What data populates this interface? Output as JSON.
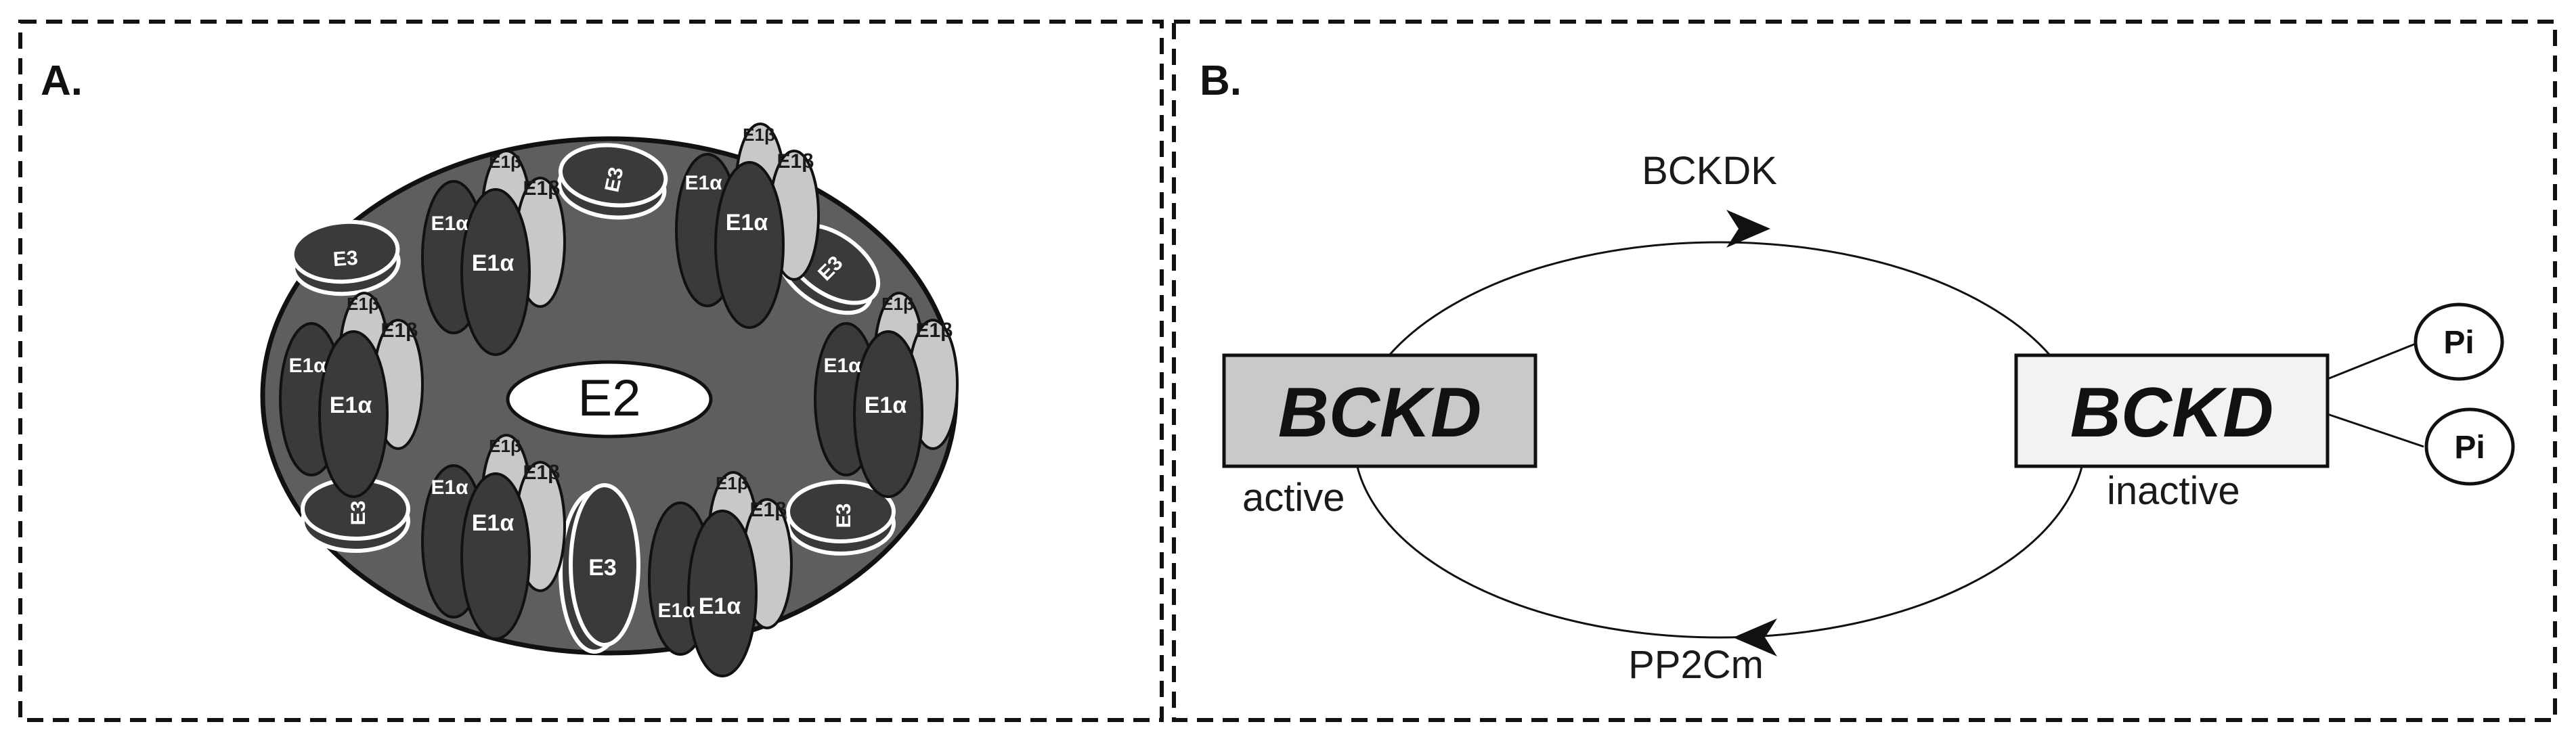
{
  "panel_a": {
    "label": "A.",
    "core_label": "E2",
    "e1a": "E1α",
    "e1b": "E1β",
    "e3": "E3"
  },
  "panel_b": {
    "label": "B.",
    "active_box": "BCKD",
    "inactive_box": "BCKD",
    "active_caption": "active",
    "inactive_caption": "inactive",
    "kinase": "BCKDK",
    "phosphatase": "PP2Cm",
    "phosphate_1": "Pi",
    "phosphate_2": "Pi"
  },
  "colors": {
    "ring": "#5e5e5e",
    "dark_subunit": "#3a3a3a",
    "light_subunit": "#c8c8c8",
    "active_box_fill": "#c9c9c9",
    "inactive_box_fill": "#f2f2f2"
  }
}
